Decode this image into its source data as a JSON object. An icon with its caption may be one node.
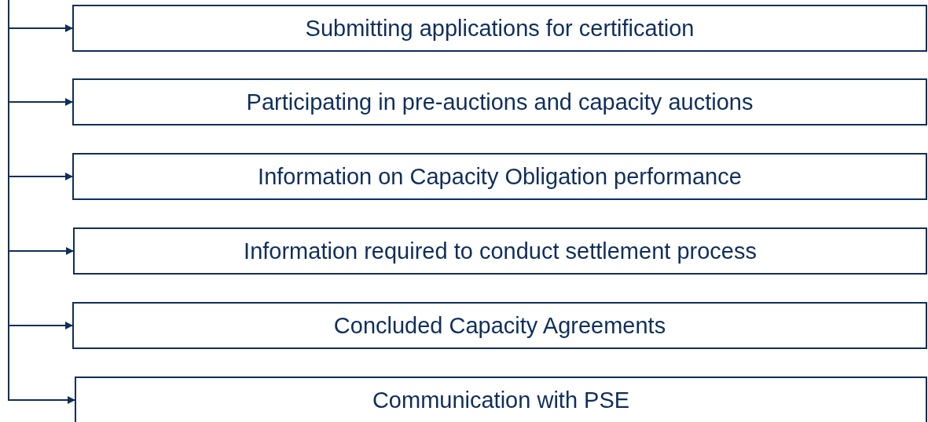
{
  "diagram": {
    "nodes": [
      {
        "text": [
          "Submitting applications for certification"
        ]
      },
      {
        "text": [
          "Participating in pre-auctions and capacity auctions"
        ]
      },
      {
        "text": [
          "Information on Capacity Obligation performance"
        ]
      },
      {
        "text": [
          "Information required to conduct settlement process"
        ]
      },
      {
        "text": [
          "Concluded Capacity Agreements"
        ]
      },
      {
        "text": [
          "Communication with PSE"
        ]
      }
    ],
    "edges": [
      {
        "from": null,
        "to": 0,
        "arrow": "to"
      },
      {
        "from": null,
        "to": 1,
        "arrow": "to"
      },
      {
        "from": null,
        "to": 2,
        "arrow": "to"
      },
      {
        "from": null,
        "to": 3,
        "arrow": "to"
      },
      {
        "from": null,
        "to": 4,
        "arrow": "to"
      },
      {
        "from": null,
        "to": 5,
        "arrow": "to"
      }
    ]
  }
}
